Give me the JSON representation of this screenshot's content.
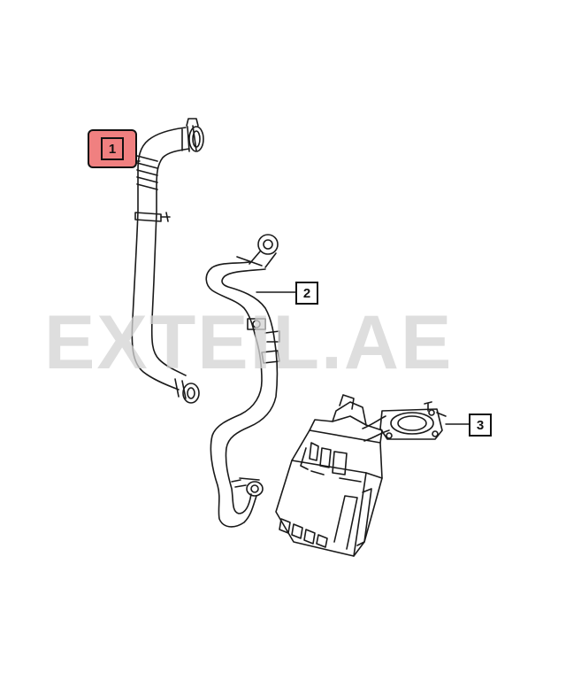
{
  "watermark": {
    "text": "EXTEIL.AE"
  },
  "callouts": [
    {
      "id": "1",
      "label": "1",
      "highlighted": true,
      "highlight_color": "#f08080"
    },
    {
      "id": "2",
      "label": "2",
      "highlighted": false
    },
    {
      "id": "3",
      "label": "3",
      "highlighted": false
    }
  ],
  "colors": {
    "line": "#1a1a1a",
    "background": "#ffffff",
    "watermark": "#d4d4d4",
    "highlight": "#f08080"
  }
}
